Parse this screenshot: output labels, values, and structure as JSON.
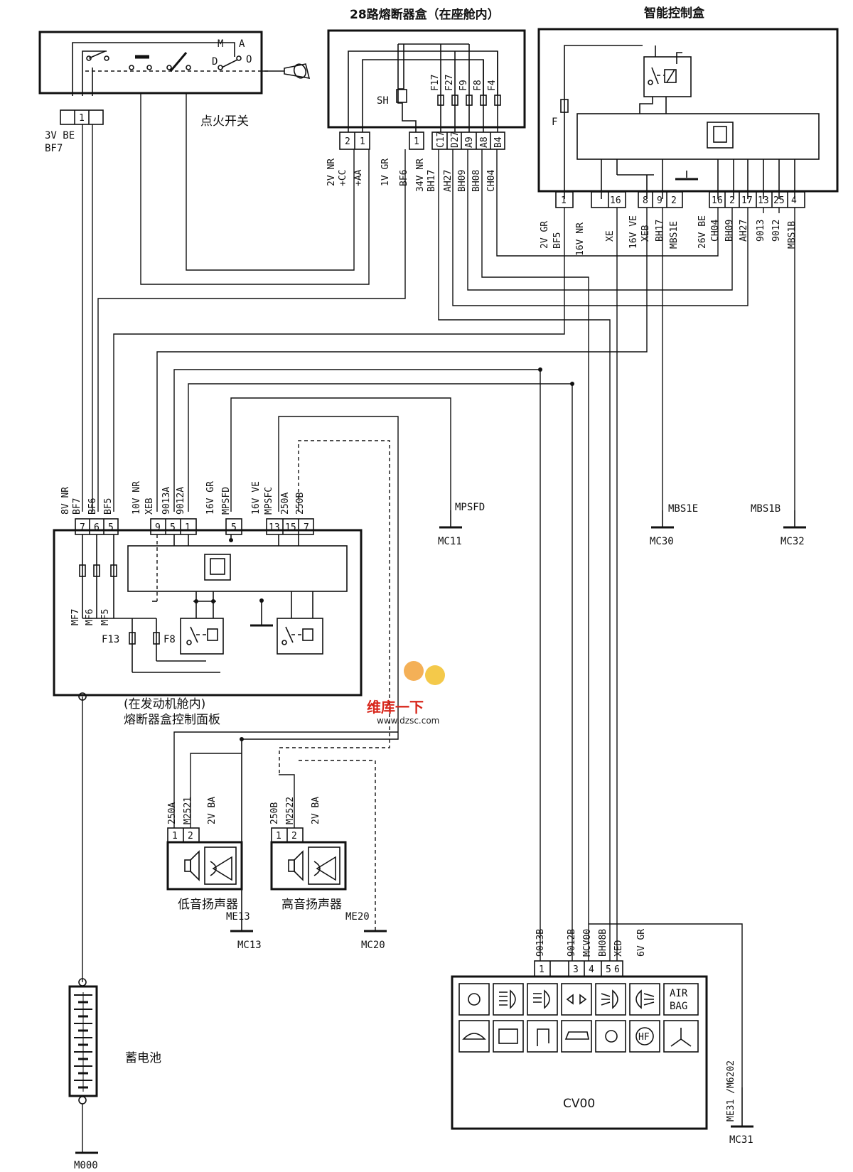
{
  "title_fusebox28": "28路熔断器盒（在座舱内）",
  "title_smart": "智能控制盒",
  "ignition_label": "点火开关",
  "ignition_positions": {
    "m": "M",
    "a": "A",
    "d": "D",
    "o": "O"
  },
  "ignition_pin": "1",
  "ignition_conn": [
    "3V BE",
    "BF7"
  ],
  "fuses28": [
    "F17",
    "F27",
    "F9",
    "F8",
    "F4"
  ],
  "sh_label": "SH",
  "fb28_pins": [
    "2",
    "1",
    "1"
  ],
  "fb28_pin_names": [
    "C17",
    "D27",
    "A9",
    "A8",
    "B4"
  ],
  "fb28_conn": [
    "2V NR",
    "+CC",
    "+AA",
    "1V GR",
    "BF6",
    "34V NR",
    "BH17",
    "AH27",
    "BH09",
    "BH08",
    "CH04"
  ],
  "smart_fuse": "F",
  "smart_pins": [
    "1",
    "16",
    "8",
    "9",
    "2",
    "16",
    "2",
    "17",
    "13",
    "25",
    "4"
  ],
  "smart_conn": [
    "2V GR",
    "BF5",
    "16V NR",
    "XE",
    "16V VE",
    "XEB",
    "BH17",
    "MBS1E",
    "26V BE",
    "CH04",
    "BH09",
    "AH27",
    "9013",
    "9012",
    "MBS1B"
  ],
  "engine_panel_caption": [
    "(在发动机舱内)",
    "熔断器盒控制面板"
  ],
  "engine_pins": [
    "7",
    "6",
    "5",
    "9",
    "5",
    "1",
    "5",
    "13",
    "15",
    "7"
  ],
  "engine_conn": [
    "8V NR",
    "BF7",
    "BF6",
    "BF5",
    "10V NR",
    "XEB",
    "9013A",
    "9012A",
    "16V GR",
    "MPSFD",
    "16V VE",
    "MPSFC",
    "250A",
    "250B"
  ],
  "engine_fuses": [
    "MF7",
    "MF6",
    "MF5",
    "F13",
    "F8"
  ],
  "mpsfd_label": "MPSFD",
  "grounds": {
    "mc11": "MC11",
    "mc30": "MC30",
    "mc32": "MC32",
    "mc13": "MC13",
    "mc20": "MC20",
    "mc31": "MC31",
    "m000": "M000"
  },
  "ground_wires": {
    "mbs1e": "MBS1E",
    "mbs1b": "MBS1B",
    "me13": "ME13",
    "me20": "ME20",
    "me31": "ME31 /M6202"
  },
  "low_speaker": {
    "label": "低音扬声器",
    "conn": [
      "250A",
      "M2521",
      "2V BA"
    ],
    "pins": [
      "1",
      "2"
    ]
  },
  "high_speaker": {
    "label": "高音扬声器",
    "conn": [
      "250B",
      "M2522",
      "2V BA"
    ],
    "pins": [
      "1",
      "2"
    ]
  },
  "battery_label": "蓄电池",
  "cv00": {
    "label": "CV00",
    "pins": [
      "1",
      "3",
      "4",
      "5",
      "6"
    ],
    "conn": [
      "9013B",
      "9012B",
      "MCV00",
      "BH08B",
      "XED",
      "6V GR"
    ],
    "airbag": [
      "AIR",
      "BAG"
    ],
    "hf": "HF"
  },
  "watermark": {
    "brand": "维库一下",
    "url": "www.dzsc.com"
  }
}
